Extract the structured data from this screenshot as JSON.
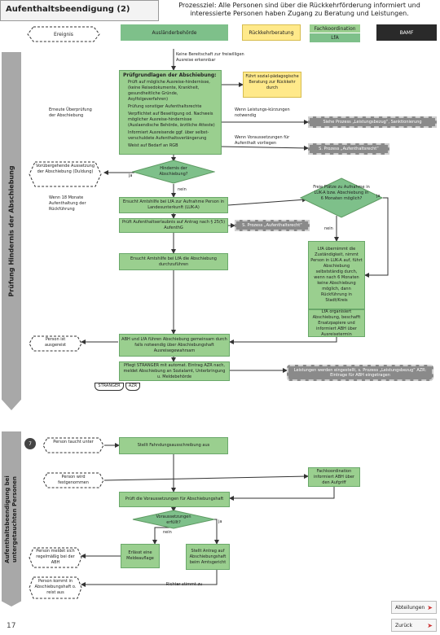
{
  "header": {
    "title": "Aufenthaltsbeendigung (2)",
    "goal": "Prozessziel: Alle Personen sind über die Rückkehrförderung informiert und interessierte Personen haben Zugang zu Beratung und Leistungen."
  },
  "lanes": {
    "ereignis": "Ereignis",
    "auslaenderbehoerde": "Ausländerbehörde",
    "rueckkehrberatung": "Rückkehrberatung",
    "fachkoordination": "Fachkoordination",
    "lfa": "LfA",
    "bamf": "BAMF"
  },
  "sections": {
    "pruefung": "Prüfung Hindernis der Abschiebung",
    "untergetaucht": "Aufenthaltsbeendigung bei untergetauchten Personen"
  },
  "nodes": {
    "keine_bereitschaft": "Keine Bereitschaft zur freiwilligen Ausreise erkennbar",
    "pruefgrundlagen_title": "Prüfgrundlagen der Abschiebung:",
    "bullets": [
      "Prüft auf mögliche Ausreise-hindernisse, (keine Reisedokumente, Krankheit, gesundheitliche Gründe, Asylfolgeverfahren)",
      "Prüfung sonstiger Aufenthaltsrechte",
      "Verpflichtet auf Beseitigung od. Nachweis möglicher Ausreise-hindernisse (Auslaendische Behörde, ärztliche Atteste)",
      "Informiert Ausreisende ggf. über selbst-verschuldete Aufenthaltsverlängerung",
      "Weist auf Bedarf an RGB"
    ],
    "fuehrt_beratung": "Führt sozial-pädagogische Beratung zur Rückkehr durch",
    "erneute_pruefung": "Erneute Überprüfung der Abschiebung",
    "wenn_leistungen": "Wenn Leistungs-kürzungen notwendig",
    "siehe_prozess_leistungsbezug": "Siehe Prozess „Leistungsbezug“, Sanktionierung",
    "wenn_voraussetzungen": "Wenn Voraussetzungen für Aufenthalt vorliegen",
    "s_prozess_aufenthaltsrecht": "S. Prozess „Aufenthaltsrecht“",
    "vorruebergehende_aussetzung": "Vorübergehende Aussetzung der Abschiebung (Duldung)",
    "ja1": "ja",
    "hindernis": "Hindernis der Abschiebung?",
    "nein1": "nein",
    "wenn_18": "Wenn 18 Monate Aufenthaltung der Rückführung",
    "ersucht_lfa": "Ersucht Amtshilfe bei LfA zur Aufnahme Person in Landesunterkunft (LUK-A)",
    "freie_plaetze": "Freie Plätze zu Aufnahme in LUK-A bzw. Abschiebung in 6 Monaten möglich?",
    "ja2": "ja",
    "pruefung_aufenthalt": "Prüft Aufenthaltserlaubnis auf Antrag nach § 25(5) AufenthG",
    "s_prozess_aufenthaltsrecht2": "S. Prozess „Aufenthaltsrecht“",
    "nein2": "nein",
    "lfa_uebernimmt": "LfA übernimmt die Zuständigkeit, nimmt Person in LUK-A auf, führt Abschiebung selbstständig durch, wenn nach 6 Monaten keine Abschiebung möglich, dann Rückführung in Stadt/Kreis",
    "ersucht_amtshilfe": "Ersucht Amtshilfe bei LfA die Abschiebung durchzuführen",
    "lfa_organisiert": "LfA organisiert Abschiebung, beschafft Ersatzpapiere und informiert ABH über Ausreisetermin",
    "person_ausgereist": "Person ist ausgereist",
    "abh_lfa": "ABH und LfA führen Abschiebung gemeinsam durch falls notwendig über Abschiebungshaft Ausreisegewahrsam",
    "pflegt_stranger": "Pflegt STRANGER mit automat. Eintrag AZR nach, meldet Abschiebung an Sozialamt, Unterbringung u. Meldebehörde",
    "leistungen_eingestellt": "Leistungen werden eingestellt, s. Prozess „Leistungsbezug“ AZR: Eintrage für ABH eingetragen",
    "stranger_label": "STRANGER",
    "azr_label": "AZR",
    "person_taucht_unter": "Person taucht unter",
    "stellt_fahndung": "Stellt Fahndungsausschreibung aus",
    "person_festgenommen": "Person wird festgenommen",
    "fachkoord_informiert": "Fachkoordination informiert ABH über den Aufgriff",
    "prueft_voraussetzungen": "Prüft die Voraussetzungen für Abschiebungshaft",
    "voraussetzungen_erfuellt": "Voraussetzungen erfüllt?",
    "ja3": "ja",
    "nein3": "nein",
    "person_meldet": "Person meldet sich regelmäßig bei der ABH",
    "erlaesst_meldeauflage": "Erlässt eine Meldeauflage",
    "stellt_antrag": "Stellt Antrag auf Abschiebungshaft beim Amtsgericht",
    "person_kommt": "Person kommt in Abschiebungshaft o. reist aus",
    "richter_stimmt": "Richter stimmt zu",
    "step_number": "7"
  },
  "nav": {
    "abteilungen": "Abteilungen",
    "zurueck": "Zurück"
  },
  "page_number": "17",
  "colors": {
    "green": "#7ec08a",
    "yellow": "#ffe98a",
    "grey": "#8a8a8a",
    "dark": "#2a2a2a",
    "side": "#a8a8a8"
  }
}
